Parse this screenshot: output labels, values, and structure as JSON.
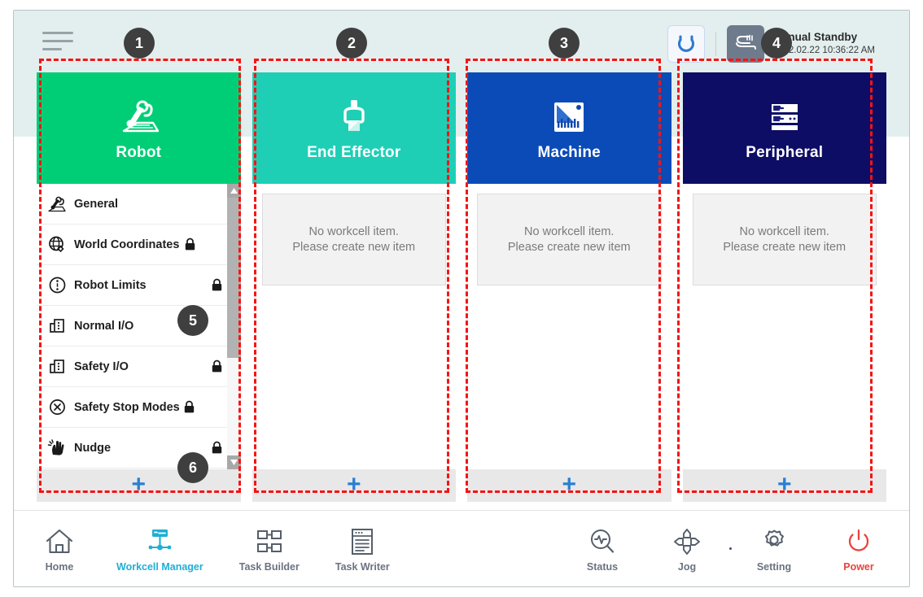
{
  "app": {
    "menu_icon": "hamburger-icon"
  },
  "status": {
    "reset_icon": "reset-arc-icon",
    "mode_icon": "manual-hand-icon",
    "title": "Manual Standby",
    "timestamp": "2022.02.22 10:36:22 AM"
  },
  "columns": [
    {
      "id": "robot",
      "title": "Robot",
      "icon": "robot-arm-icon",
      "color": "#00ce76",
      "add_label": "+",
      "type": "list",
      "items": [
        {
          "label": "General",
          "icon": "robot-arm-small-icon",
          "locked": false,
          "lock_align": "inline"
        },
        {
          "label": "World Coordinates",
          "icon": "globe-coordinate-icon",
          "locked": true,
          "lock_align": "inline"
        },
        {
          "label": "Robot Limits",
          "icon": "limits-circle-icon",
          "locked": true,
          "lock_align": "right"
        },
        {
          "label": "Normal I/O",
          "icon": "io-port-icon",
          "locked": false,
          "lock_align": "right"
        },
        {
          "label": "Safety I/O",
          "icon": "io-port-icon",
          "locked": true,
          "lock_align": "right"
        },
        {
          "label": "Safety Stop Modes",
          "icon": "stop-x-circle-icon",
          "locked": true,
          "lock_align": "inline"
        },
        {
          "label": "Nudge",
          "icon": "nudge-hand-icon",
          "locked": true,
          "lock_align": "right"
        }
      ]
    },
    {
      "id": "end-effector",
      "title": "End Effector",
      "icon": "gripper-icon",
      "color": "#1ecfb6",
      "add_label": "+",
      "type": "empty",
      "empty_line1": "No workcell item.",
      "empty_line2": "Please create new item"
    },
    {
      "id": "machine",
      "title": "Machine",
      "icon": "machine-icon",
      "color": "#0b4bb8",
      "add_label": "+",
      "type": "empty",
      "empty_line1": "No workcell item.",
      "empty_line2": "Please create new item"
    },
    {
      "id": "peripheral",
      "title": "Peripheral",
      "icon": "peripheral-rack-icon",
      "color": "#0d0d66",
      "add_label": "+",
      "type": "empty",
      "empty_line1": "No workcell item.",
      "empty_line2": "Please create new item"
    }
  ],
  "bottom_nav": {
    "left": [
      {
        "label": "Home",
        "icon": "home-icon",
        "active": false
      },
      {
        "label": "Workcell Manager",
        "icon": "workcell-manager-icon",
        "active": true
      },
      {
        "label": "Task Builder",
        "icon": "task-builder-icon",
        "active": false
      },
      {
        "label": "Task Writer",
        "icon": "task-writer-icon",
        "active": false
      }
    ],
    "right": [
      {
        "label": "Status",
        "icon": "status-pulse-icon",
        "active": false
      },
      {
        "label": "Jog",
        "icon": "jog-arrows-icon",
        "active": false
      },
      {
        "label": "Setting",
        "icon": "gear-icon",
        "active": false
      },
      {
        "label": "Power",
        "icon": "power-icon",
        "active": false
      }
    ]
  },
  "annotations": [
    {
      "number": "1"
    },
    {
      "number": "2"
    },
    {
      "number": "3"
    },
    {
      "number": "4"
    },
    {
      "number": "5"
    },
    {
      "number": "6"
    }
  ],
  "colors": {
    "annotation": "#f51414",
    "accent_blue": "#2a7fd4",
    "active_nav": "#20aed6",
    "power_red": "#e8443f",
    "topbar_bg": "#e3eeee"
  }
}
